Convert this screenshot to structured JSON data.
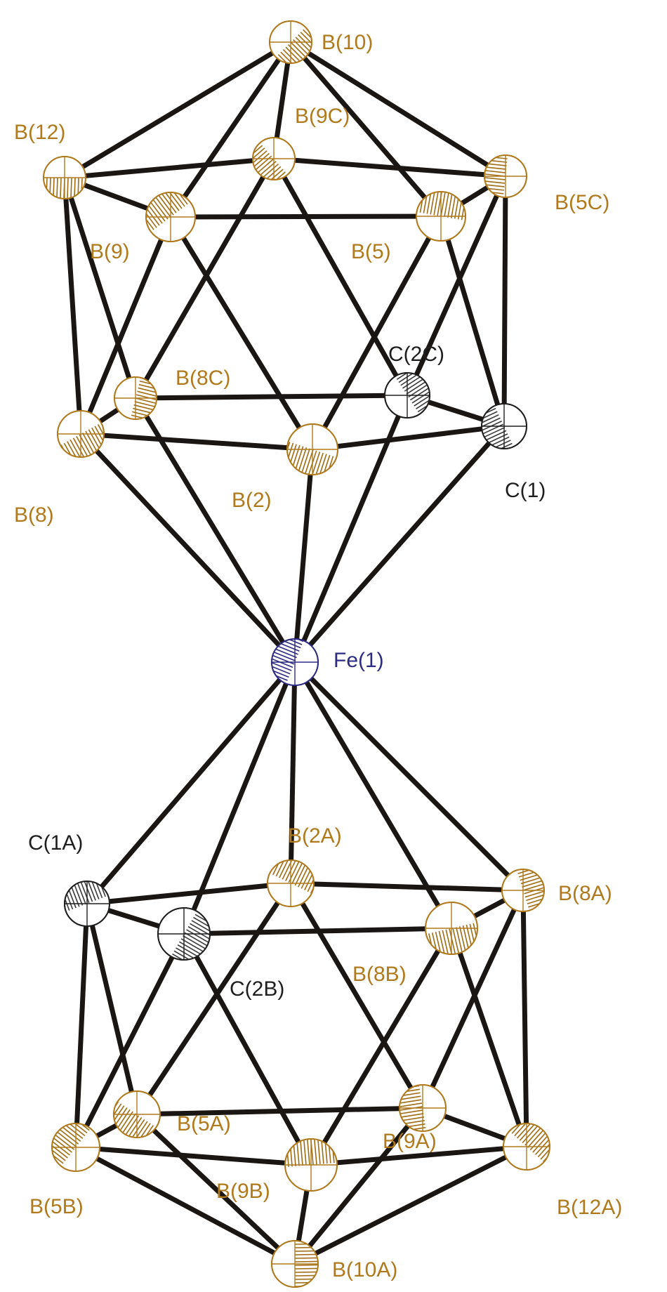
{
  "colors": {
    "boron": "#b07a1c",
    "carbon": "#1e1e1e",
    "iron": "#2d2b84",
    "bond": "#1a1613",
    "background": "#ffffff"
  },
  "atoms": [
    {
      "id": "B10",
      "label": "B(10)",
      "element": "B"
    },
    {
      "id": "B12",
      "label": "B(12)",
      "element": "B"
    },
    {
      "id": "B9C",
      "label": "B(9C)",
      "element": "B"
    },
    {
      "id": "B5C",
      "label": "B(5C)",
      "element": "B"
    },
    {
      "id": "B9",
      "label": "B(9)",
      "element": "B"
    },
    {
      "id": "B5",
      "label": "B(5)",
      "element": "B"
    },
    {
      "id": "C2C",
      "label": "C(2C)",
      "element": "C"
    },
    {
      "id": "B8C",
      "label": "B(8C)",
      "element": "B"
    },
    {
      "id": "B8",
      "label": "B(8)",
      "element": "B"
    },
    {
      "id": "B2",
      "label": "B(2)",
      "element": "B"
    },
    {
      "id": "C1",
      "label": "C(1)",
      "element": "C"
    },
    {
      "id": "Fe1",
      "label": "Fe(1)",
      "element": "Fe"
    },
    {
      "id": "C1A",
      "label": "C(1A)",
      "element": "C"
    },
    {
      "id": "B2A",
      "label": "B(2A)",
      "element": "B"
    },
    {
      "id": "B8A",
      "label": "B(8A)",
      "element": "B"
    },
    {
      "id": "C2B",
      "label": "C(2B)",
      "element": "C"
    },
    {
      "id": "B8B",
      "label": "B(8B)",
      "element": "B"
    },
    {
      "id": "B5A",
      "label": "B(5A)",
      "element": "B"
    },
    {
      "id": "B9A",
      "label": "B(9A)",
      "element": "B"
    },
    {
      "id": "B5B",
      "label": "B(5B)",
      "element": "B"
    },
    {
      "id": "B9B",
      "label": "B(9B)",
      "element": "B"
    },
    {
      "id": "B12A",
      "label": "B(12A)",
      "element": "B"
    },
    {
      "id": "B10A",
      "label": "B(10A)",
      "element": "B"
    }
  ],
  "bonds": [
    [
      "B10",
      "B12"
    ],
    [
      "B10",
      "B9"
    ],
    [
      "B10",
      "B9C"
    ],
    [
      "B10",
      "B5"
    ],
    [
      "B10",
      "B5C"
    ],
    [
      "B12",
      "B9C"
    ],
    [
      "B12",
      "B9"
    ],
    [
      "B12",
      "B8"
    ],
    [
      "B12",
      "B8C"
    ],
    [
      "B9C",
      "B5C"
    ],
    [
      "B9C",
      "B8C"
    ],
    [
      "B9C",
      "C2C"
    ],
    [
      "B9",
      "B5"
    ],
    [
      "B9",
      "B8"
    ],
    [
      "B9",
      "B2"
    ],
    [
      "B5",
      "B5C"
    ],
    [
      "B5",
      "C1"
    ],
    [
      "B5",
      "B2"
    ],
    [
      "B5C",
      "C2C"
    ],
    [
      "B5C",
      "C1"
    ],
    [
      "B8",
      "B8C"
    ],
    [
      "B8",
      "B2"
    ],
    [
      "B8C",
      "C2C"
    ],
    [
      "C2C",
      "C1"
    ],
    [
      "B2",
      "C1"
    ],
    [
      "Fe1",
      "B8"
    ],
    [
      "Fe1",
      "B8C"
    ],
    [
      "Fe1",
      "B2"
    ],
    [
      "Fe1",
      "C2C"
    ],
    [
      "Fe1",
      "C1"
    ],
    [
      "Fe1",
      "C1A"
    ],
    [
      "Fe1",
      "C2B"
    ],
    [
      "Fe1",
      "B2A"
    ],
    [
      "Fe1",
      "B8B"
    ],
    [
      "Fe1",
      "B8A"
    ],
    [
      "C1A",
      "C2B"
    ],
    [
      "C1A",
      "B2A"
    ],
    [
      "B2A",
      "B8A"
    ],
    [
      "C2B",
      "B8B"
    ],
    [
      "B8B",
      "B8A"
    ],
    [
      "C1A",
      "B5B"
    ],
    [
      "C1A",
      "B5A"
    ],
    [
      "C2B",
      "B5B"
    ],
    [
      "C2B",
      "B9B"
    ],
    [
      "B2A",
      "B5A"
    ],
    [
      "B2A",
      "B9A"
    ],
    [
      "B8B",
      "B9B"
    ],
    [
      "B8B",
      "B12A"
    ],
    [
      "B8A",
      "B9A"
    ],
    [
      "B8A",
      "B12A"
    ],
    [
      "B5B",
      "B5A"
    ],
    [
      "B5B",
      "B9B"
    ],
    [
      "B5A",
      "B9A"
    ],
    [
      "B9B",
      "B12A"
    ],
    [
      "B9A",
      "B12A"
    ],
    [
      "B10A",
      "B5B"
    ],
    [
      "B10A",
      "B5A"
    ],
    [
      "B10A",
      "B9B"
    ],
    [
      "B10A",
      "B9A"
    ],
    [
      "B10A",
      "B12A"
    ]
  ]
}
